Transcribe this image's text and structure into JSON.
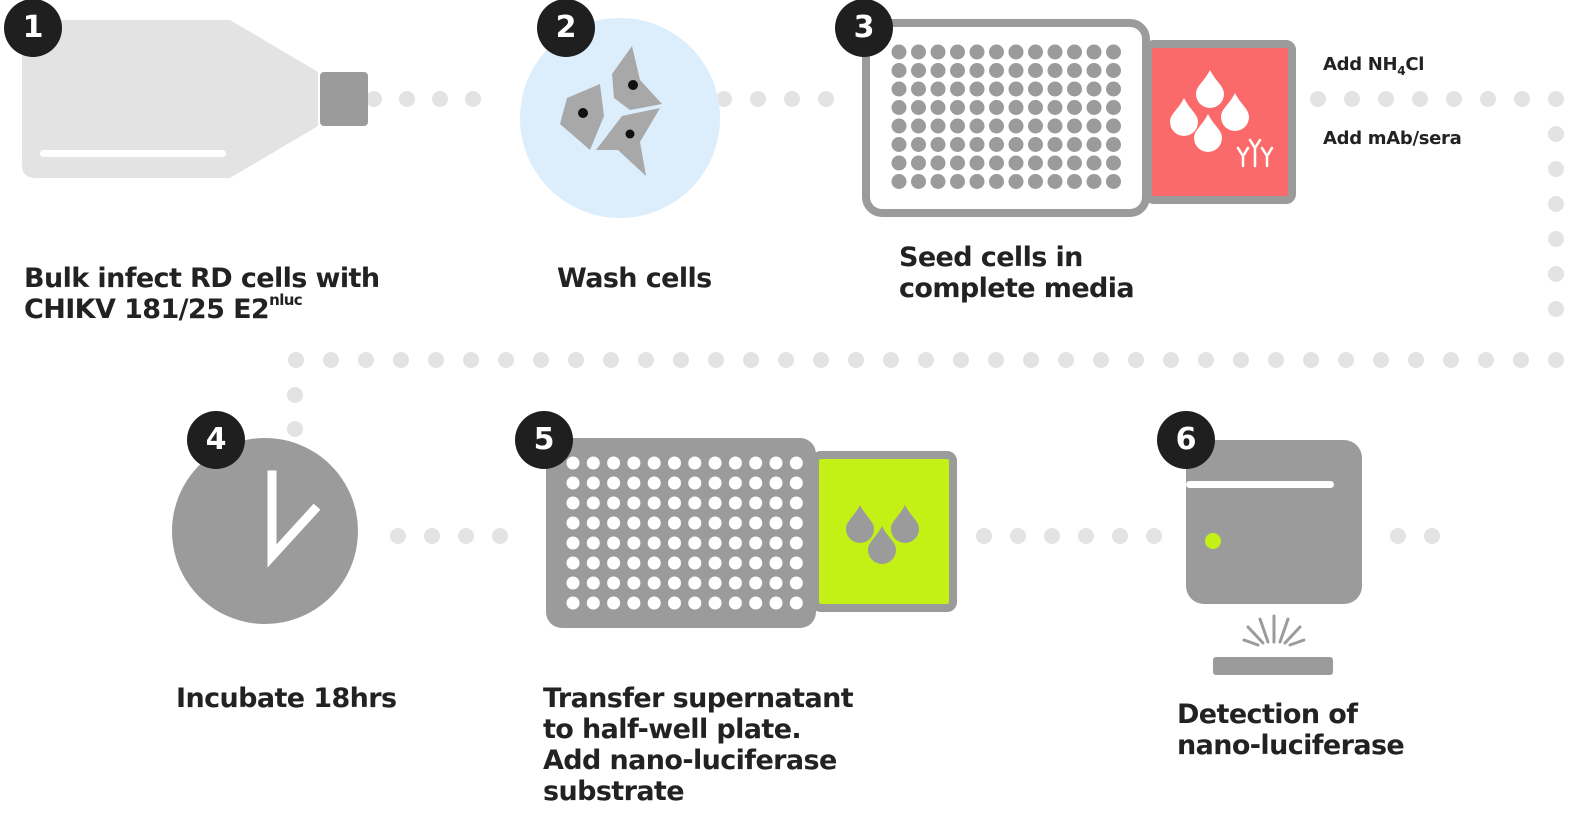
{
  "steps": [
    {
      "number": "1",
      "label_lines": [
        "Bulk infect RD cells with",
        "CHIKV 181/25 E2"
      ],
      "label_superscript": "nluc"
    },
    {
      "number": "2",
      "label_lines": [
        "Wash cells"
      ]
    },
    {
      "number": "3",
      "label_lines": [
        "Seed cells in",
        "complete media"
      ]
    },
    {
      "number": "4",
      "label_lines": [
        "Incubate 18hrs"
      ]
    },
    {
      "number": "5",
      "label_lines": [
        "Transfer supernatant",
        "to half-well plate.",
        "Add nano-luciferase",
        "substrate"
      ]
    },
    {
      "number": "6",
      "label_lines": [
        "Detection of",
        "nano-luciferase"
      ]
    }
  ],
  "additions": {
    "nh4cl": {
      "prefix": "Add NH",
      "subscript": "4",
      "suffix": "Cl"
    },
    "mab": "Add mAb/sera"
  },
  "colors": {
    "badge": "#1f1f1f",
    "plate_gray": "#9b9b9b",
    "flask_gray": "#e3e3e3",
    "dots": "#e3e3e3",
    "wash_bg": "#dcedfb",
    "red_reservoir": "#fb6a6a",
    "green_reservoir": "#c3f116"
  },
  "icons": [
    "flask-icon",
    "cells-icon",
    "well-plate-icon",
    "drops-antibody-icon",
    "clock-icon",
    "half-well-plate-icon",
    "substrate-drops-icon",
    "luminometer-icon"
  ]
}
